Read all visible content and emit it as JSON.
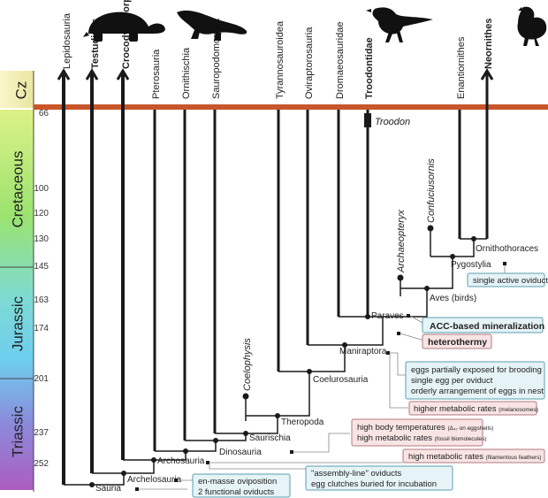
{
  "periods": {
    "cz": "Cz",
    "cretaceous": "Cretaceous",
    "jurassic": "Jurassic",
    "triassic": "Triassic"
  },
  "ages": [
    "66",
    "100",
    "120",
    "130",
    "145",
    "163",
    "174",
    "201",
    "237",
    "252"
  ],
  "taxa": {
    "lepidosauria": "Lepidosauria",
    "testudines": "Testudines",
    "crocodylomorpha": "Crocodylomorpha",
    "pterosauria": "Pterosauria",
    "ornithischia": "Ornithischia",
    "sauropodomorpha": "Sauropodomorpha",
    "tyrannosauroidea": "Tyrannosauroidea",
    "oviraptorosauria": "Oviraptorosauria",
    "dromaeosauridae": "Dromaeosauridae",
    "troodontidae": "Troodontidae",
    "enantiornithes": "Enantiornithes",
    "neornithes": "Neornithes"
  },
  "fossils": {
    "troodon": "Troodon",
    "coelophysis": "Coelophysis",
    "archaeopteryx": "Archaeopteryx",
    "confuciusornis": "Confuciusornis"
  },
  "nodes": {
    "ornithothoraces": "Ornithothoraces",
    "pygostylia": "Pygostylia",
    "aves": "Aves (birds)",
    "paraves": "Paraves",
    "maniraptora": "Maniraptora",
    "coelurosauria": "Coelurosauria",
    "theropoda": "Theropoda",
    "saurischia": "Saurischia",
    "dinosauria": "Dinosauria",
    "archosauria": "Archosauria",
    "archelosauria": "Archelosauria",
    "sauria": "Sauria"
  },
  "traits": {
    "single_oviduct": "single active oviduct",
    "acc": "ACC-based mineralization",
    "heterothermy": "heterothermy",
    "brooding_1": "eggs partially exposed for brooding",
    "brooding_2": "single egg per oviduct",
    "brooding_3": "orderly arrangement of eggs in nest",
    "melanosomes_main": "higher metabolic rates ",
    "melanosomes_note": "(melanosomes)",
    "body_temp_main": "high body temperatures ",
    "body_temp_note": "(Δ₄₇ on eggshells)",
    "biomolecules_main": "high metabolic rates ",
    "biomolecules_note": "(fossil biomolecules)",
    "feathers_main": "high metabolic rates ",
    "feathers_note": "(filamentous feathers)",
    "assembly_1": "\"assembly-line\" oviducts",
    "assembly_2": "egg clutches buried for incubation",
    "mass_1": "en-masse oviposition",
    "mass_2": "2 functional oviducts"
  },
  "colors": {
    "boundary": "#c8562a",
    "cz_band": "#f5f0b4",
    "cretaceous_band": "#a6e05a",
    "jurassic_band": "#5fd0e8",
    "triassic_band": "#9b4fb8",
    "blue_box_fill": "#e6f3f7",
    "blue_box_stroke": "#5a9fb0",
    "pink_box_fill": "#f9e4e4",
    "pink_box_stroke": "#b07a80"
  },
  "icons": [
    "tortoise-icon",
    "crocodile-icon",
    "troodon-icon",
    "chicken-icon"
  ]
}
